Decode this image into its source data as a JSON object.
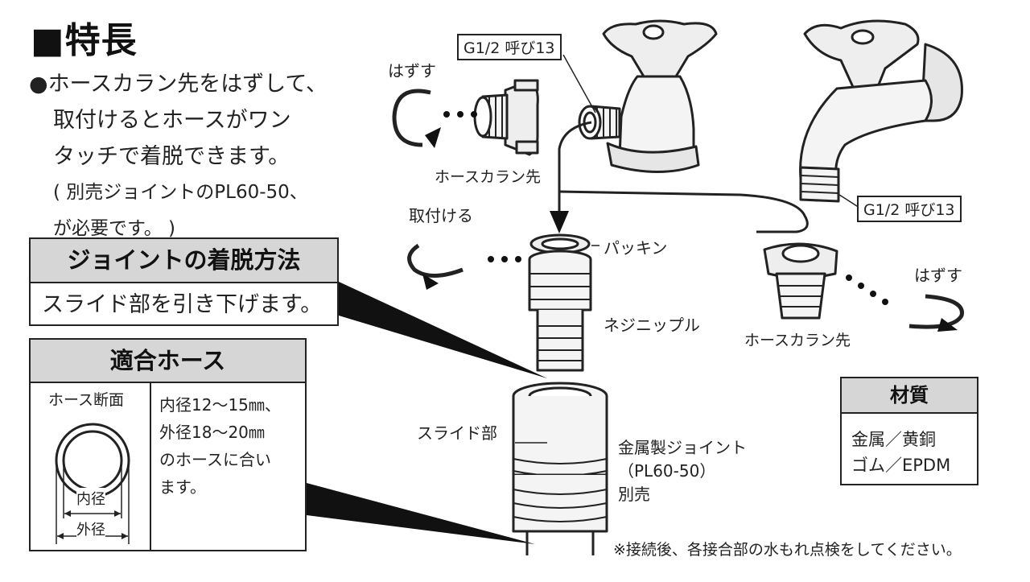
{
  "title": "■特長",
  "feature": {
    "bullet": "●",
    "lines": [
      "ホースカラン先をはずして、",
      "取付けるとホースがワン",
      "タッチで着脱できます。"
    ],
    "note_lines": [
      "( 別売ジョイントのPL60-50、",
      "が必要です。 )"
    ]
  },
  "joint_box": {
    "heading": "ジョイントの着脱方法",
    "text": "スライド部を引き下げます。"
  },
  "hose_box": {
    "heading": "適合ホース",
    "section_label": "ホース断面",
    "inner_label": "内径",
    "outer_label": "外径",
    "spec_lines": [
      "内径12～15㎜、",
      "外径18～20㎜",
      "のホースに合い",
      "ます。"
    ]
  },
  "material_box": {
    "heading": "材質",
    "lines": [
      "金属／黄銅",
      "ゴム／EPDM"
    ]
  },
  "diagram": {
    "thread_label_left": "G1/2 呼び13",
    "thread_label_right": "G1/2 呼び13",
    "remove_label_left": "はずす",
    "remove_label_right": "はずす",
    "attach_label": "取付ける",
    "hose_tip_left": "ホースカラン先",
    "hose_tip_right": "ホースカラン先",
    "packing": "パッキン",
    "nipple": "ネジニップル",
    "slide": "スライド部",
    "metal_joint_lines": [
      "金属製ジョイント",
      "（PL60-50）",
      "別売"
    ]
  },
  "footnote": "※接続後、各接合部の水もれ点検をしてください。"
}
